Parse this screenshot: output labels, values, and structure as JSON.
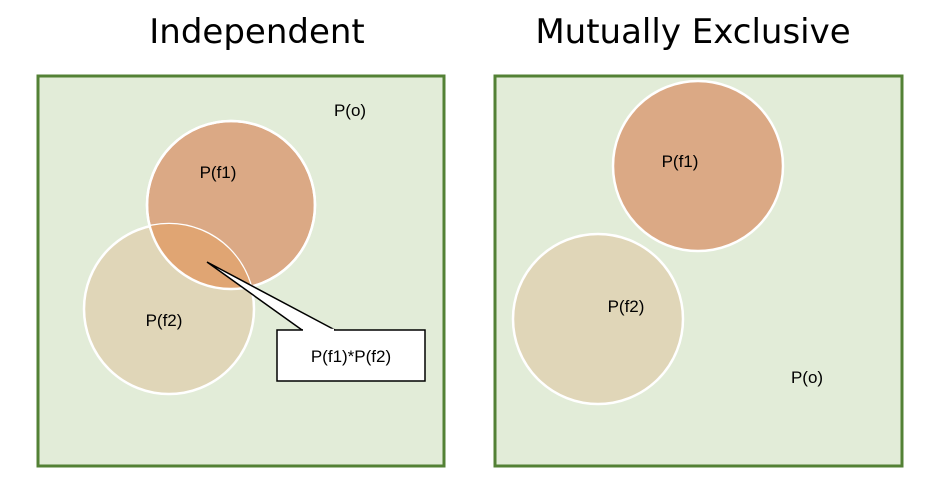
{
  "panels": [
    {
      "title": "Independent",
      "labels": {
        "outcome": "P(o)",
        "f1": "P(f1)",
        "f2": "P(f2)",
        "intersection": "P(f1)*P(f2)"
      }
    },
    {
      "title": "Mutually Exclusive",
      "labels": {
        "outcome": "P(o)",
        "f1": "P(f1)",
        "f2": "P(f2)"
      }
    }
  ],
  "colors": {
    "panel_fill": "#e2ecd8",
    "panel_border": "#538135",
    "circle_f1": "#dba985",
    "circle_f2": "#e0d6b8",
    "overlap": "#e0a573",
    "callout_fill": "#ffffff",
    "callout_border": "#000000"
  }
}
